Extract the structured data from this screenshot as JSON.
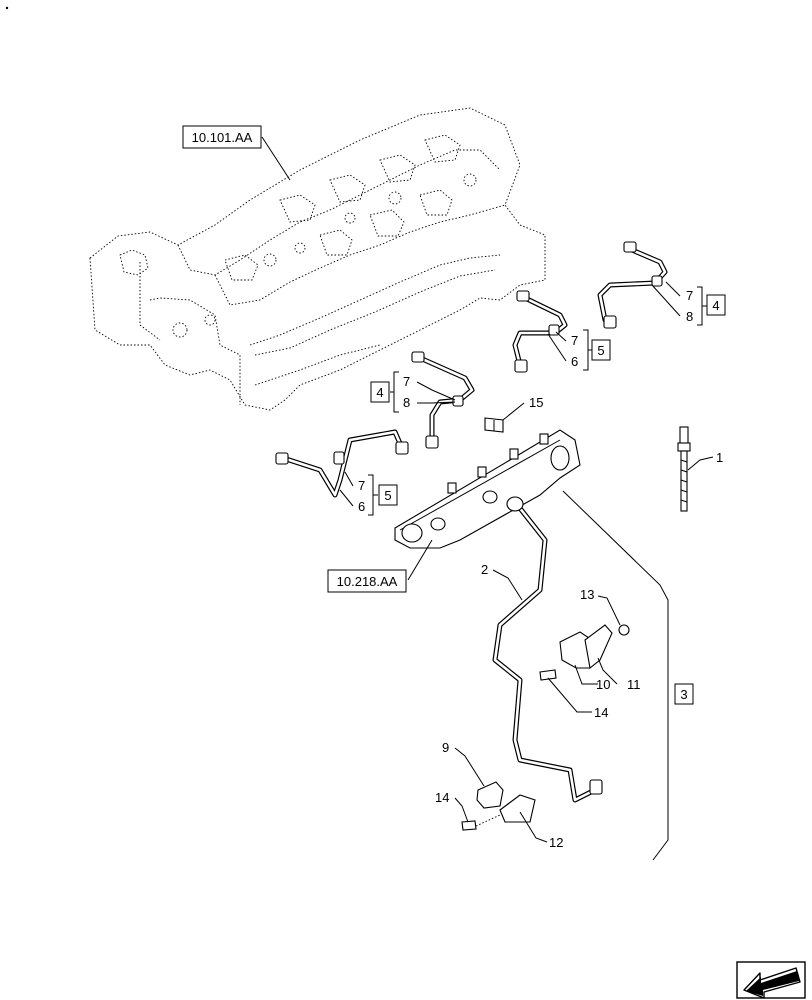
{
  "refs": {
    "cylinder_head": "10.101.AA",
    "rail_ref": "10.218.AA"
  },
  "callouts": {
    "c1": "1",
    "c2": "2",
    "c3": "3",
    "c4a": "4",
    "c4b": "4",
    "c5a": "5",
    "c5b": "5",
    "c6a": "6",
    "c6b": "6",
    "c7a": "7",
    "c7b": "7",
    "c7c": "7",
    "c7d": "7",
    "c8a": "8",
    "c8b": "8",
    "c9": "9",
    "c10": "10",
    "c11": "11",
    "c12": "12",
    "c13": "13",
    "c14a": "14",
    "c14b": "14",
    "c15": "15"
  },
  "corner_icon": "next-page-arrow-icon"
}
